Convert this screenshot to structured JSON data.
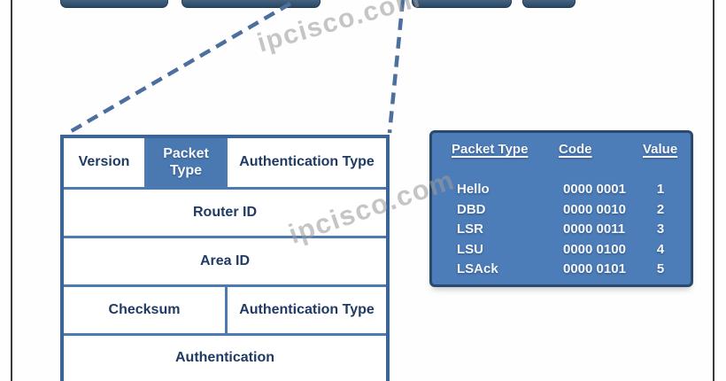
{
  "watermark": {
    "text": "ipcisco.com"
  },
  "header_table": {
    "row1": {
      "version": "Version",
      "packet_type": "Packet Type",
      "auth_type": "Authentication Type"
    },
    "row2": {
      "label": "Router ID"
    },
    "row3": {
      "label": "Area ID"
    },
    "row4": {
      "checksum": "Checksum",
      "auth_type": "Authentication Type"
    },
    "row5": {
      "label": "Authentication"
    }
  },
  "packet_type_table": {
    "headers": {
      "type": "Packet Type",
      "code": "Code",
      "value": "Value"
    },
    "rows": [
      {
        "type": "Hello",
        "code": "0000 0001",
        "value": "1"
      },
      {
        "type": "DBD",
        "code": "0000 0010",
        "value": "2"
      },
      {
        "type": "LSR",
        "code": "0000 0011",
        "value": "3"
      },
      {
        "type": "LSU",
        "code": "0000 0100",
        "value": "4"
      },
      {
        "type": "LSAck",
        "code": "0000 0101",
        "value": "5"
      }
    ]
  },
  "colors": {
    "table_fill_blue": "#4d7db8",
    "highlight_cell_blue": "#4a78b0",
    "table_border_blue": "#4d7ab2",
    "outer_border_blue": "#3b6597",
    "dark_box_blue": "#3c5a78",
    "dashed_line_blue": "#4c6f9e",
    "text_navy": "#1f3a63",
    "watermark_gray": "#9b9b9b"
  }
}
